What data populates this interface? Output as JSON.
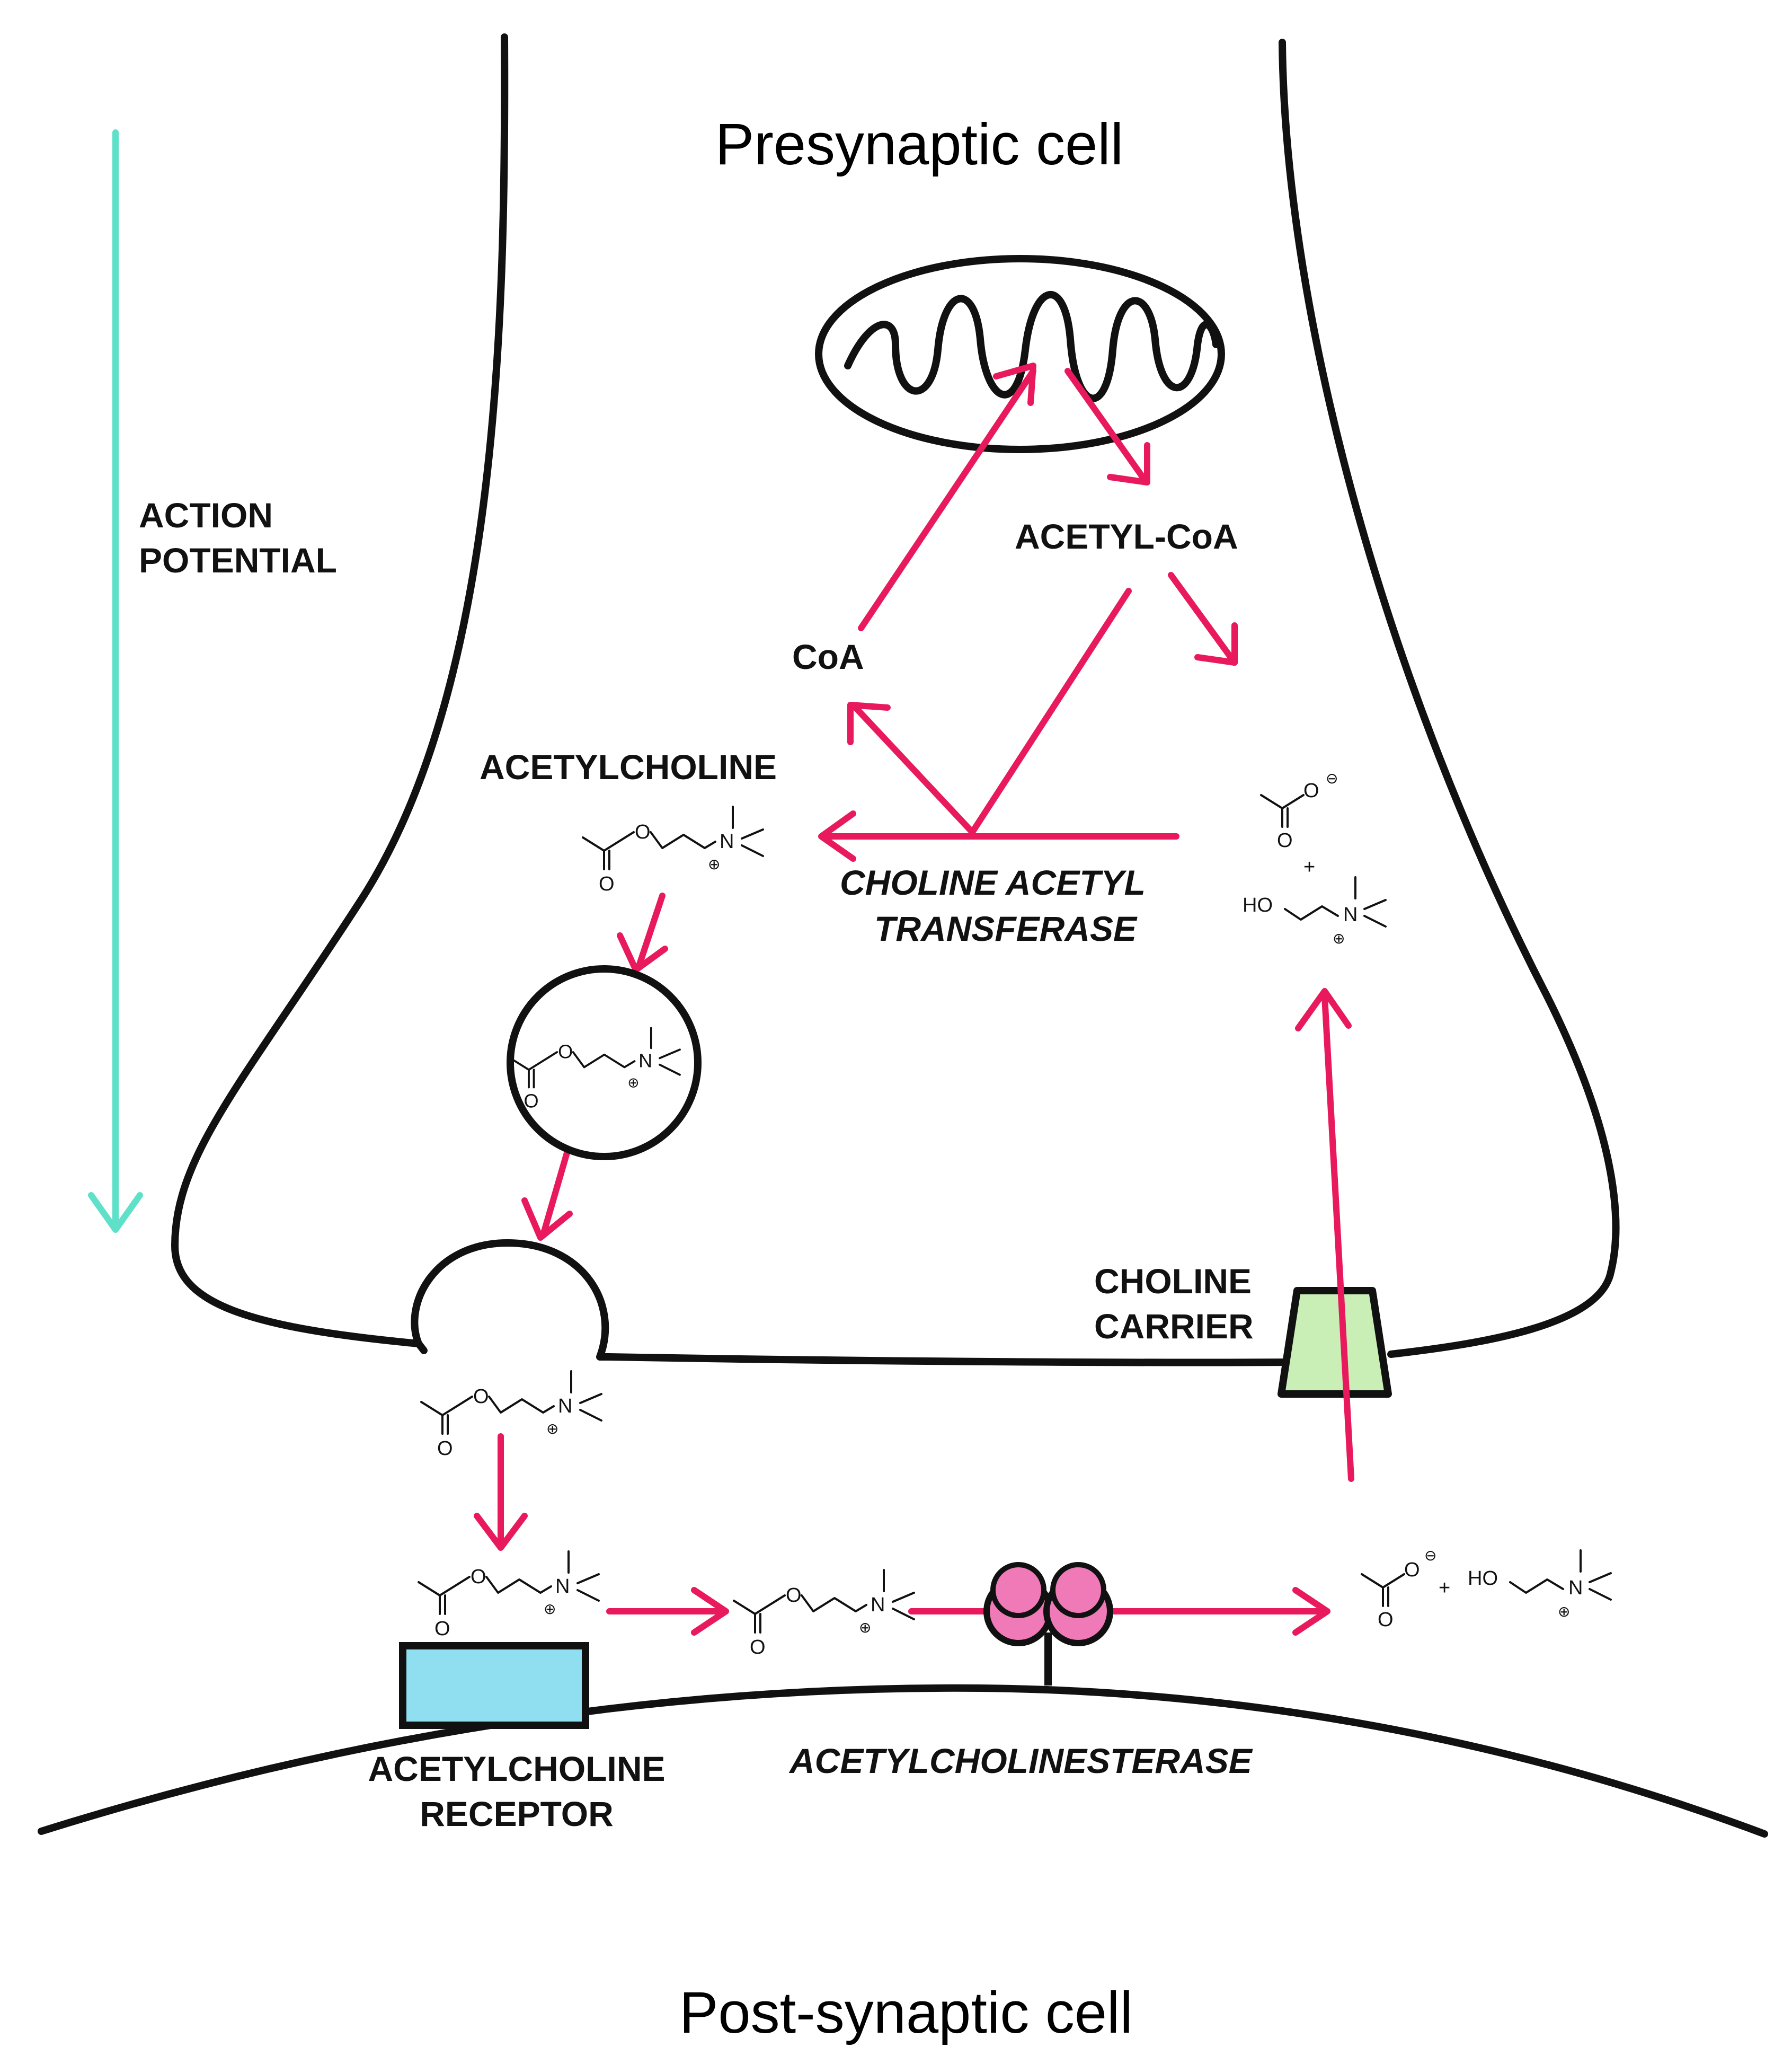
{
  "colors": {
    "membrane": "#111111",
    "pathway_arrow": "#e8195c",
    "action_potential_arrow": "#5fe0c9",
    "receptor_fill": "#8fdff0",
    "carrier_fill": "#c9efb6",
    "enzyme_fill": "#f07ab8"
  },
  "titles": {
    "presynaptic": "Presynaptic cell",
    "postsynaptic": "Post-synaptic cell"
  },
  "labels": {
    "action_potential_1": "ACTION",
    "action_potential_2": "POTENTIAL",
    "acetyl_coa": "ACETYL-CoA",
    "coa": "CoA",
    "acetylcholine": "ACETYLCHOLINE",
    "chat_1": "CHOLINE ACETYL",
    "chat_2": "TRANSFERASE",
    "choline_carrier_1": "CHOLINE",
    "choline_carrier_2": "CARRIER",
    "receptor_1": "ACETYLCHOLINE",
    "receptor_2": "RECEPTOR",
    "esterase": "ACETYLCHOLINESTERASE"
  },
  "chem": {
    "o": "O",
    "n": "N",
    "ho": "HO",
    "plus_charge": "⊕",
    "minus_charge": "⊖",
    "plus": "+"
  }
}
